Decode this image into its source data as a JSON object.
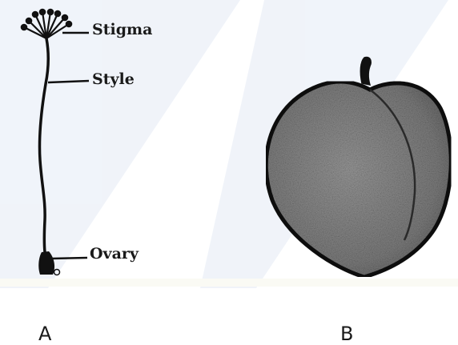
{
  "pistil": {
    "labels": {
      "stigma": "Stigma",
      "style": "Style",
      "ovary": "Ovary"
    },
    "caption": "A"
  },
  "fruit": {
    "caption": "B"
  },
  "colors": {
    "watermark": "#e4ebf5",
    "ink": "#111111",
    "fruit_fill": "#858585",
    "fruit_outline": "#111111"
  }
}
